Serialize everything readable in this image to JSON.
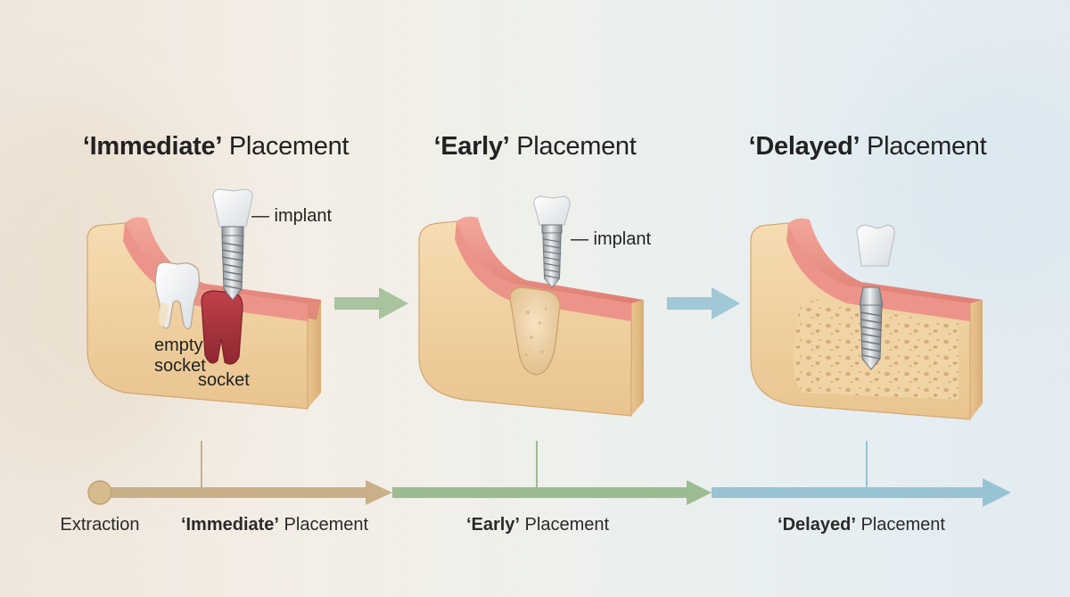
{
  "stages": [
    {
      "quote": "‘Immediate’",
      "rest": " Placement"
    },
    {
      "quote": "‘Early’",
      "rest": " Placement"
    },
    {
      "quote": "‘Delayed’",
      "rest": " Placement"
    }
  ],
  "annotations": {
    "implant_1": "— implant",
    "implant_2": "— implant",
    "empty_socket": "empty\nsocket",
    "socket": "socket"
  },
  "timeline": {
    "extraction": "Extraction",
    "labels": [
      {
        "quote": "‘Immediate’",
        "rest": " Placement"
      },
      {
        "quote": "‘Early’",
        "rest": " Placement"
      },
      {
        "quote": "‘Delayed’",
        "rest": " Placement"
      }
    ]
  },
  "colors": {
    "bone": "#f2d3a4",
    "gum": "#e8877e",
    "arrow_stage1": "#c9b088",
    "arrow_stage2": "#9cbb91",
    "arrow_stage3": "#98c3d3"
  }
}
